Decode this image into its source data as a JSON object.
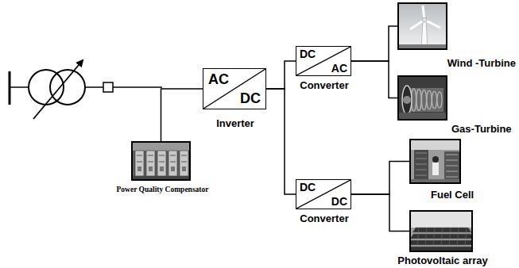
{
  "diagram": {
    "nodes": [
      {
        "text": [
          "Power Quality Compensator"
        ]
      },
      {
        "text": [
          "AC",
          "DC",
          "Inverter"
        ]
      },
      {
        "text": [
          "DC",
          "AC",
          "Converter"
        ]
      },
      {
        "text": [
          "DC",
          "DC",
          "Converter"
        ]
      },
      {
        "text": [
          "Wind -Turbine"
        ]
      },
      {
        "text": [
          "Gas-Turbine"
        ]
      },
      {
        "text": [
          "Fuel Cell"
        ]
      },
      {
        "text": [
          "Photovoltaic array"
        ]
      }
    ],
    "edges": [
      {
        "from": 0,
        "to": 1,
        "arrow": "none"
      },
      {
        "from": 1,
        "to": 2,
        "arrow": "none"
      },
      {
        "from": 1,
        "to": 3,
        "arrow": "none"
      },
      {
        "from": 2,
        "to": 4,
        "arrow": "none"
      },
      {
        "from": 2,
        "to": 5,
        "arrow": "none"
      },
      {
        "from": 3,
        "to": 6,
        "arrow": "none"
      },
      {
        "from": 3,
        "to": 7,
        "arrow": "none"
      }
    ]
  }
}
